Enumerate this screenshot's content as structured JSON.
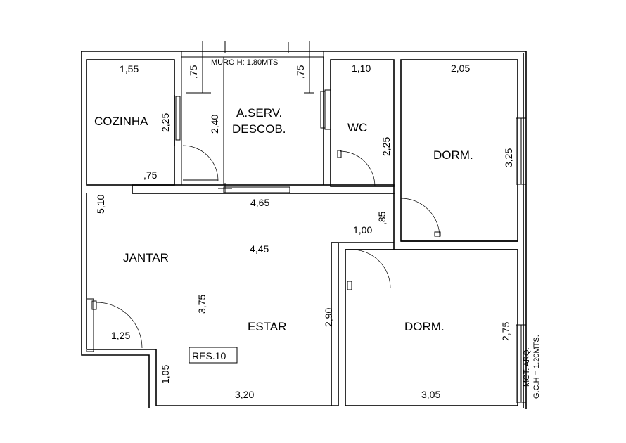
{
  "rooms": {
    "cozinha": "COZINHA",
    "aserv_1": "A.SERV.",
    "aserv_2": "DESCOB.",
    "wc": "WC",
    "dorm_1": "DORM.",
    "dorm_2": "DORM.",
    "jantar": "JANTAR",
    "estar": "ESTAR"
  },
  "dimensions": {
    "cozinha_width": "1,55",
    "cozinha_depth": "2,25",
    "service_door_left": ",75",
    "service_door_right": ",75",
    "service_depth": "2,40",
    "wc_width": "1,10",
    "wc_depth": "2,25",
    "dorm1_width": "2,05",
    "dorm1_depth": "3,25",
    "kitchen_opening": ",75",
    "hall_width": "4,65",
    "living_depth": "5,10",
    "hall_step": ",85",
    "dorm_door": "1,00",
    "living_width": "4,45",
    "estar_depth": "3,75",
    "wall_depth": "2,90",
    "dorm2_depth": "2,75",
    "entry_door": "1,25",
    "entry_depth": "1,05",
    "estar_width": "3,20",
    "dorm2_width": "3,05"
  },
  "notes": {
    "wall_height": "MURO H: 1.80MTS",
    "reference": "RES.10",
    "side_note_1": "MOT. ARQ.",
    "side_note_2": "G.C.H = 1.20MTS."
  }
}
